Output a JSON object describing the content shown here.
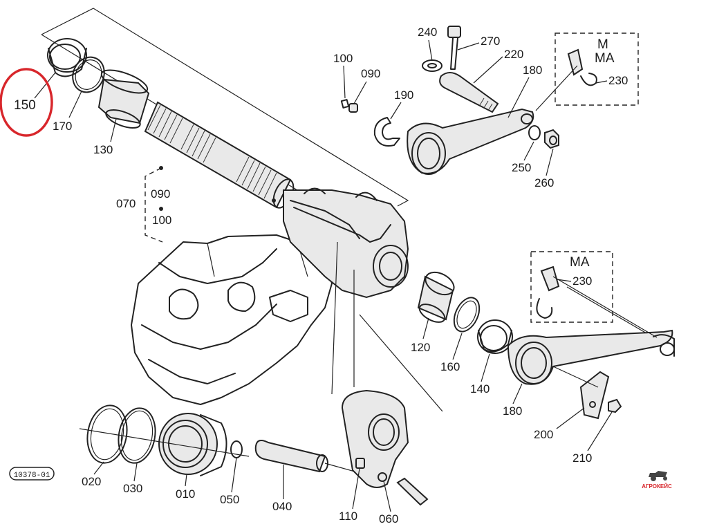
{
  "accent_color": "#d8262b",
  "diagram": {
    "highlighted_part": "150",
    "drawing_code": "10378-01",
    "watermark": "АГРОКЕЙС",
    "labels": {
      "p150": "150",
      "p170": "170",
      "p130": "130",
      "p070": "070",
      "p090_a": "090",
      "p100_a": "100",
      "p100_b": "100",
      "p090_b": "090",
      "p190": "190",
      "p240": "240",
      "p270": "270",
      "p220": "220",
      "p180_a": "180",
      "p250": "250",
      "p260": "260",
      "box_m_line1": "M",
      "box_m_line2": "MA",
      "p230_a": "230",
      "box_ma": "MA",
      "p230_b": "230",
      "p120": "120",
      "p160": "160",
      "p140": "140",
      "p180_b": "180",
      "p200": "200",
      "p210": "210",
      "p020": "020",
      "p030": "030",
      "p010": "010",
      "p050": "050",
      "p040": "040",
      "p110": "110",
      "p060": "060"
    }
  }
}
